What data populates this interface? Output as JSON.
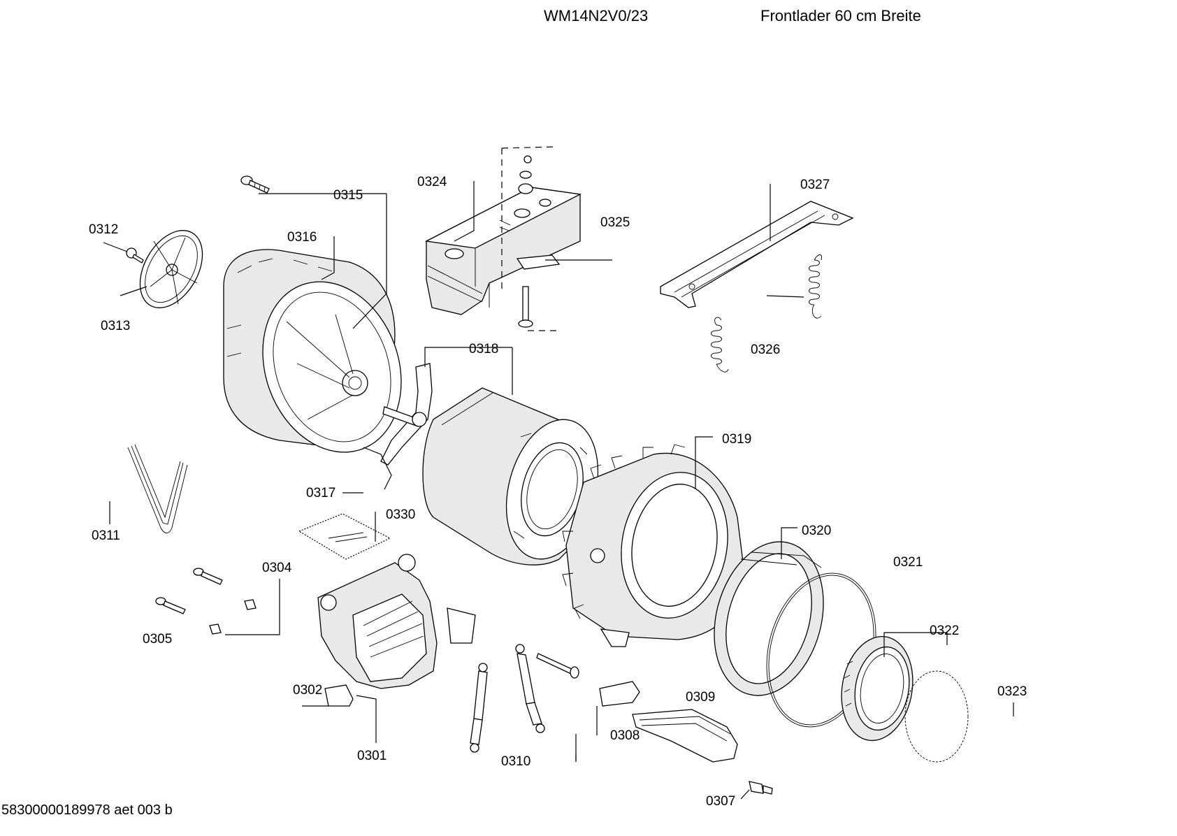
{
  "header": {
    "model": "WM14N2V0/23",
    "description": "Frontlader 60 cm Breite"
  },
  "footer": {
    "document_number": "58300000189978 aet 003 b"
  },
  "callouts": {
    "c0301": "0301",
    "c0302": "0302",
    "c0304": "0304",
    "c0305": "0305",
    "c0307": "0307",
    "c0308": "0308",
    "c0309": "0309",
    "c0310": "0310",
    "c0311": "0311",
    "c0312": "0312",
    "c0313": "0313",
    "c0315": "0315",
    "c0316": "0316",
    "c0317": "0317",
    "c0318": "0318",
    "c0319": "0319",
    "c0320": "0320",
    "c0321": "0321",
    "c0322": "0322",
    "c0323": "0323",
    "c0324": "0324",
    "c0325": "0325",
    "c0326": "0326",
    "c0327": "0327",
    "c0330": "0330"
  }
}
